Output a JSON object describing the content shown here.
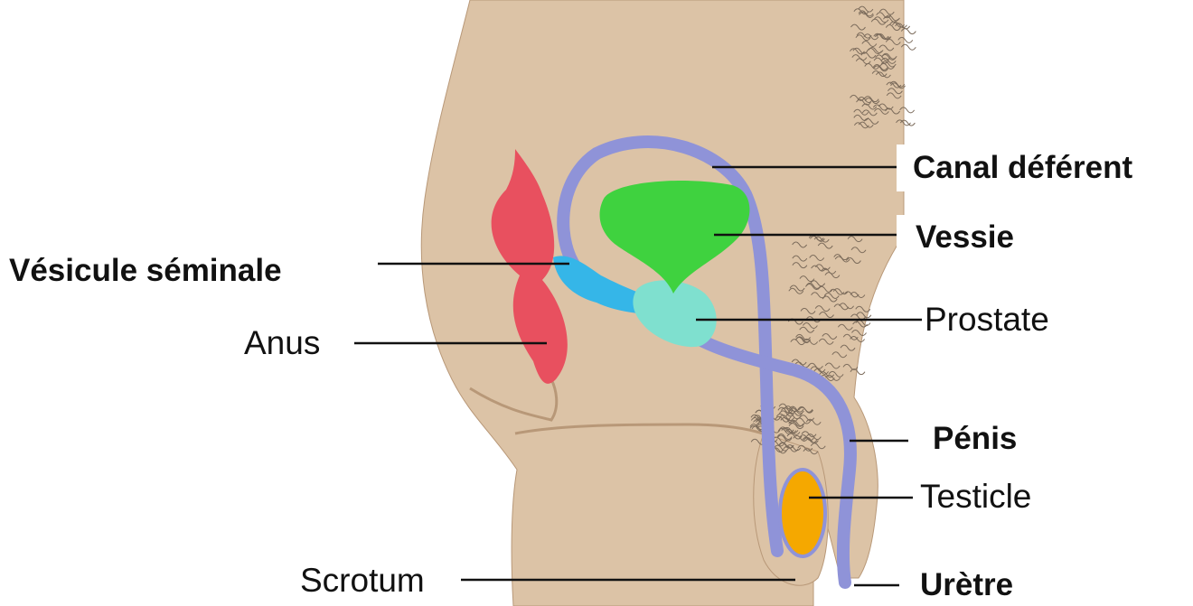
{
  "labels": {
    "canal_deferent": "Canal déférent",
    "vessie": "Vessie",
    "vesicule_seminale": "Vésicule séminale",
    "prostate": "Prostate",
    "anus": "Anus",
    "penis": "Pénis",
    "testicle": "Testicle",
    "scrotum": "Scrotum",
    "uretre": "Urètre"
  },
  "colors": {
    "skin": "#dcc3a6",
    "skin_shadow": "#b89878",
    "rectum": "#e8505f",
    "bladder": "#3fd23f",
    "duct": "#8f93d8",
    "seminal_vesicle": "#35b6e8",
    "prostate": "#7fe0cf",
    "testicle": "#f5a800",
    "hair": "#7a6a5a",
    "leader_line": "#111111"
  }
}
